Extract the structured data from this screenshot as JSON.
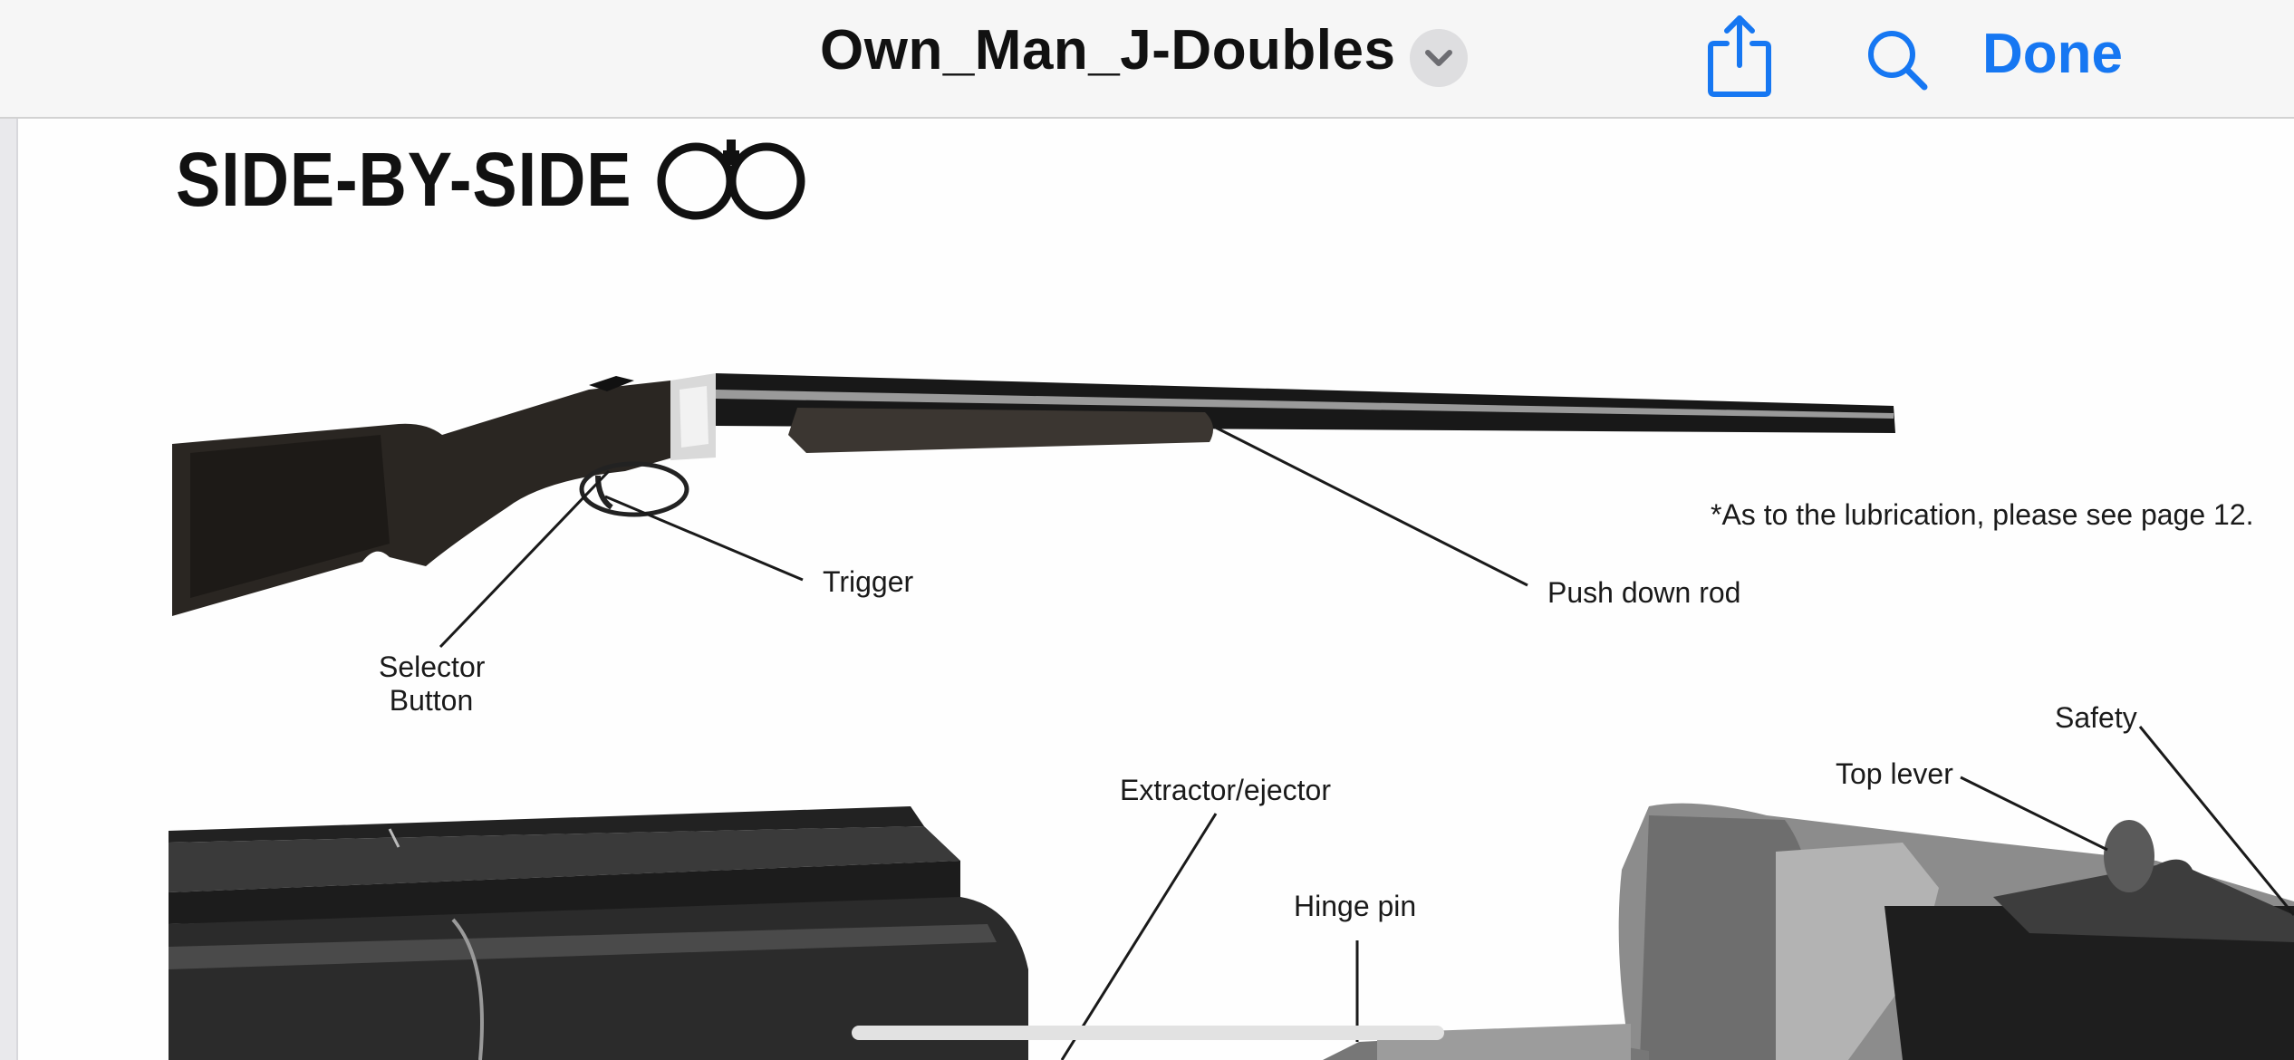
{
  "toolbar": {
    "document_title": "Own_Man_J-Doubles",
    "done_label": "Done",
    "icons": [
      "chevron-down-icon",
      "share-icon",
      "search-icon"
    ],
    "accent_color": "#1677f2"
  },
  "page": {
    "heading": "SIDE-BY-SIDE",
    "heading_icon": "double-barrel-icon",
    "note": "*As to the lubrication, please see page 12.",
    "labels": {
      "trigger": "Trigger",
      "push_down_rod": "Push down rod",
      "selector_line1": "Selector",
      "selector_line2": "Button",
      "extractor_ejector": "Extractor/ejector",
      "hinge_pin": "Hinge pin",
      "top_lever": "Top lever",
      "safety": "Safety"
    }
  }
}
